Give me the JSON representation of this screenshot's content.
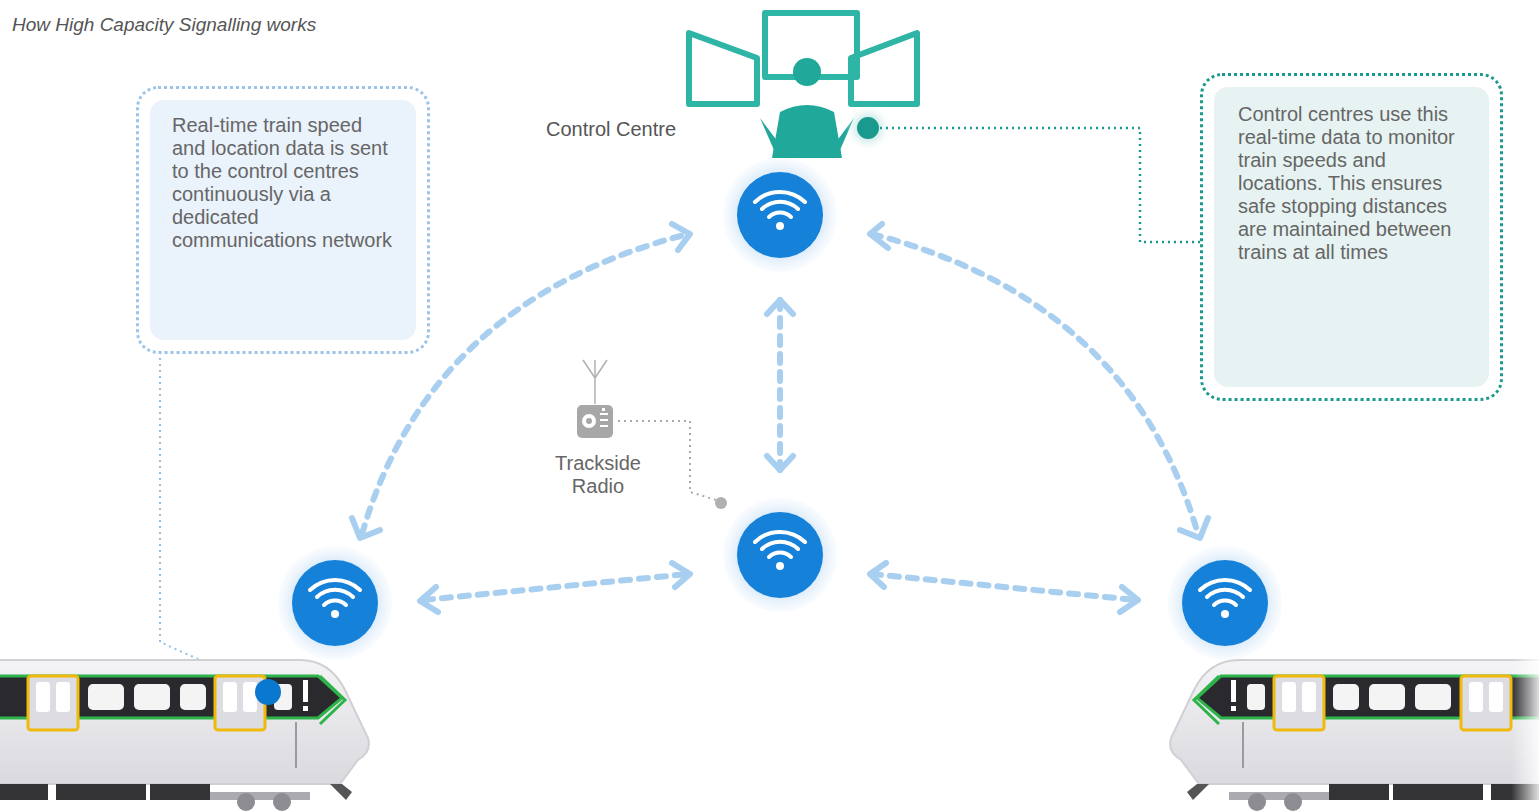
{
  "diagram": {
    "title": "How High Capacity Signalling works",
    "nodes": [
      {
        "text": [
          "Real-time train speed and location data is sent to the control centres continuously via a dedicated communications network"
        ]
      },
      {
        "text": [
          "Control centres use this real-time data to monitor train speeds and locations. This ensures safe stopping distances are maintained between trains at all times"
        ]
      }
    ],
    "labels": [
      "Control Centre",
      "Trackside Radio"
    ]
  }
}
